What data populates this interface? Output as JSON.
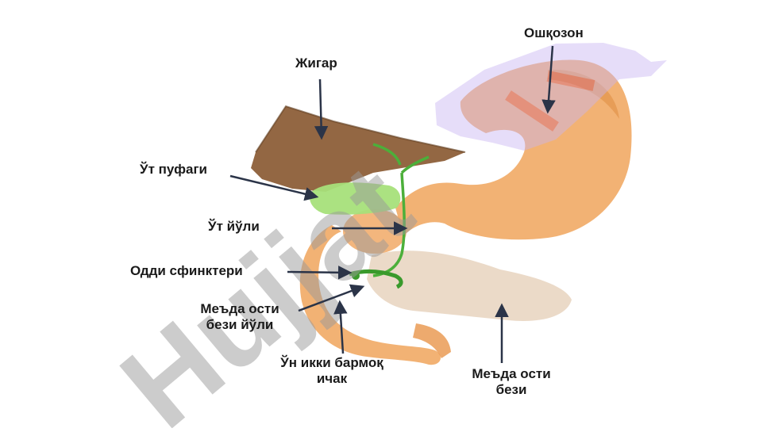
{
  "colors": {
    "liver": "#8a5a33",
    "liver_dark": "#5e3a1d",
    "stomach": "#f0a45c",
    "pancreas": "#ead8c5",
    "gallbladder": "#a6e07a",
    "bile_duct": "#4caf3a",
    "arrow": "#2b3448",
    "watermark_gray": "#9a9a9a",
    "watermark_purple": "#c9b6f2",
    "watermark_red": "#d94a5a"
  },
  "labels": {
    "stomach": "Ошқозон",
    "liver": "Жигар",
    "gallbladder": "Ўт пуфаги",
    "bile_duct": "Ўт йўли",
    "sphincter": "Одди сфинктери",
    "pancreatic_duct_line1": "Меъда ости",
    "pancreatic_duct_line2": "бези йўли",
    "duodenum_line1": "Ўн икки бармоқ",
    "duodenum_line2": "ичак",
    "pancreas_line1": "Меъда ости",
    "pancreas_line2": "бези"
  },
  "watermark": {
    "text": "Hujjat"
  }
}
